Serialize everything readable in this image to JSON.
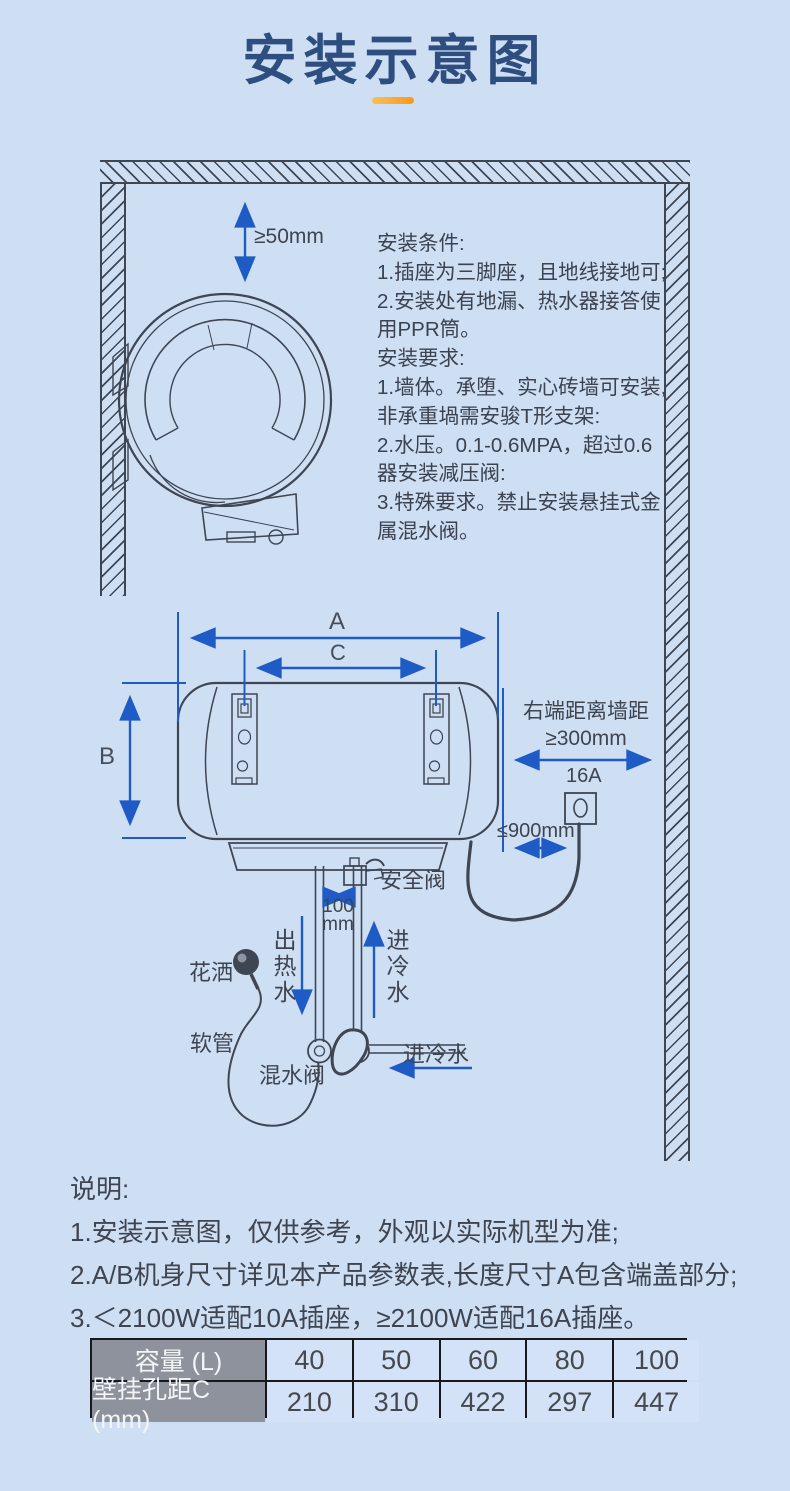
{
  "title": {
    "text": "安装示意图"
  },
  "diagram": {
    "top_gap_label": "≥50mm",
    "conditions": {
      "lines": [
        "安装条件:",
        "1.插座为三脚座，且地线接地可;",
        "2.安装处有地漏、热水器接答使",
        "用PPR筒。",
        "安装要求:",
        "1.墙体。承堕、实心砖墙可安装,",
        "非承重堝需安骏T形支架:",
        "2.水压。0.1-0.6MPA，超过0.6",
        "器安装减压阀:",
        "3.特殊要求。禁止安装悬挂式金",
        "属混水阀。"
      ]
    },
    "dims": {
      "A": "A",
      "C": "C",
      "B": "B"
    },
    "right_wall_note_line1": "右端距离墙距",
    "right_wall_note_line2": "≥300mm",
    "socket_label": "16A",
    "socket_distance": "≤900mm",
    "safety_valve": "安全阀",
    "pipe_gap_line1": "100",
    "pipe_gap_line2": "mm",
    "hot_water_out": "出热水",
    "cold_water_in": "进冷水",
    "shower": "花洒",
    "hose": "软管",
    "mixing_valve": "混水阀",
    "cold_inlet": "进冷水"
  },
  "notes": {
    "heading": "说明:",
    "items": [
      "1.安装示意图，仅供参考，外观以实际机型为准;",
      "2.A/B机身尺寸详见本产品参数表,长度尺寸A包含端盖部分;",
      "3.＜2100W适配10A插座，≥2100W适配16A插座。"
    ]
  },
  "table": {
    "rows": [
      {
        "header": "容量 (L)",
        "values": [
          "40",
          "50",
          "60",
          "80",
          "100"
        ]
      },
      {
        "header": "壁挂孔距C (mm)",
        "values": [
          "210",
          "310",
          "422",
          "297",
          "447"
        ]
      }
    ]
  },
  "colors": {
    "background": "#cedff4",
    "accent_blue": "#1f5bc4",
    "title_navy": "#2f4e80",
    "line_art": "#3e4553",
    "orange_dash": "#f5a11f",
    "table_header_bg": "#8d929c"
  }
}
